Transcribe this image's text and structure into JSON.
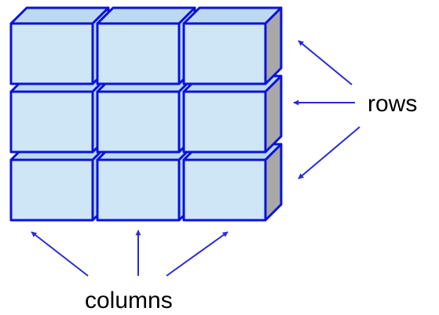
{
  "labels": {
    "rows": "rows",
    "columns": "columns"
  },
  "grid": {
    "row_count": 3,
    "column_count": 3
  },
  "colors": {
    "cube_front": "#cfe6f7",
    "cube_top": "#bcd9f0",
    "cube_side": "#a8a8a8",
    "edge": "#0a12d9",
    "arrow": "#2a2ad6",
    "text": "#000000"
  }
}
